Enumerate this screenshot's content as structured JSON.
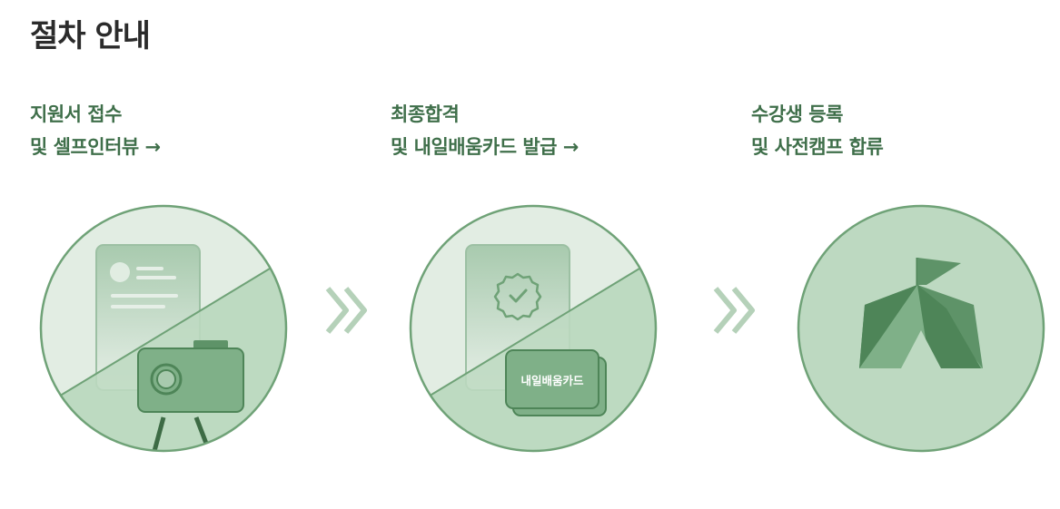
{
  "page_title": "절차 안내",
  "steps": [
    {
      "line1": "지원서 접수",
      "line2": "및 셀프인터뷰 →",
      "illustration_icon": "application-camera-icon"
    },
    {
      "line1": "최종합격",
      "line2": "및 내일배움카드 발급 →",
      "illustration_icon": "certificate-card-icon",
      "card_text": "내일배움카드"
    },
    {
      "line1": "수강생 등록",
      "line2": "및 사전캠프 합류",
      "illustration_icon": "tent-flag-icon"
    }
  ],
  "separator_icon": "double-chevron-right-icon",
  "colors": {
    "heading": "#2b2b2b",
    "accent": "#3f6f4a",
    "circle_stroke": "#6fa277",
    "circle_light": "#e2ede3",
    "circle_mid": "#bdd9c1",
    "object_fill": "#7fb088",
    "chevron": "#b5d1b9"
  }
}
